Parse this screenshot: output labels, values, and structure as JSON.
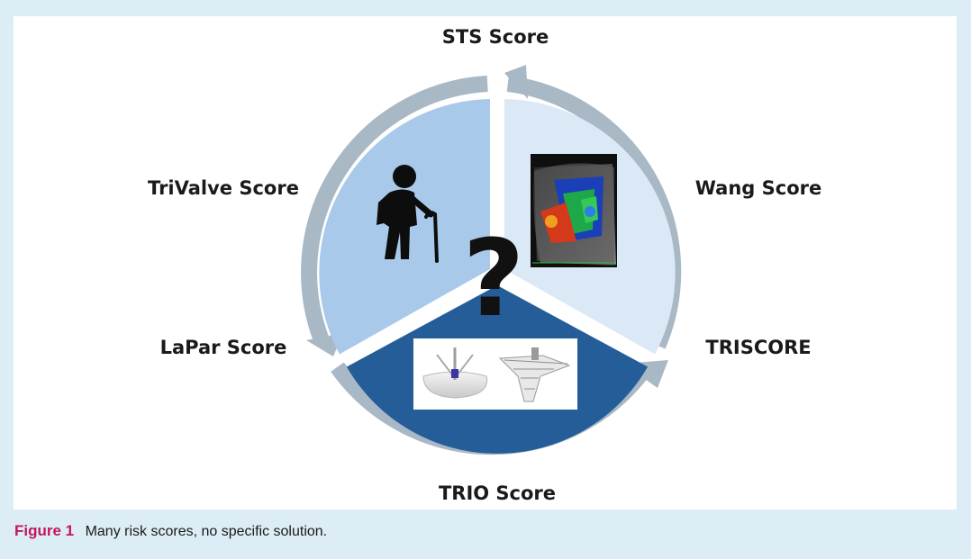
{
  "figure": {
    "caption_label": "Figure 1",
    "caption_text": "Many risk scores, no specific solution."
  },
  "scores": {
    "top": "STS Score",
    "upper_right": "Wang Score",
    "lower_right": "TRISCORE",
    "bottom": "TRIO Score",
    "lower_left": "LaPar Score",
    "upper_left": "TriValve Score"
  },
  "center": {
    "symbol": "?"
  },
  "colors": {
    "background": "#dcedf5",
    "arrow_ring": "#a9b8c5",
    "sector_left": "#a9c9ea",
    "sector_right": "#dbe8f6",
    "sector_bottom": "#245d98",
    "caption_label": "#c2185b"
  },
  "icons": {
    "left_sector": "elderly-person-with-cane-icon",
    "right_sector": "echocardiography-doppler-image",
    "bottom_sector": "tricuspid-valve-device-image"
  }
}
